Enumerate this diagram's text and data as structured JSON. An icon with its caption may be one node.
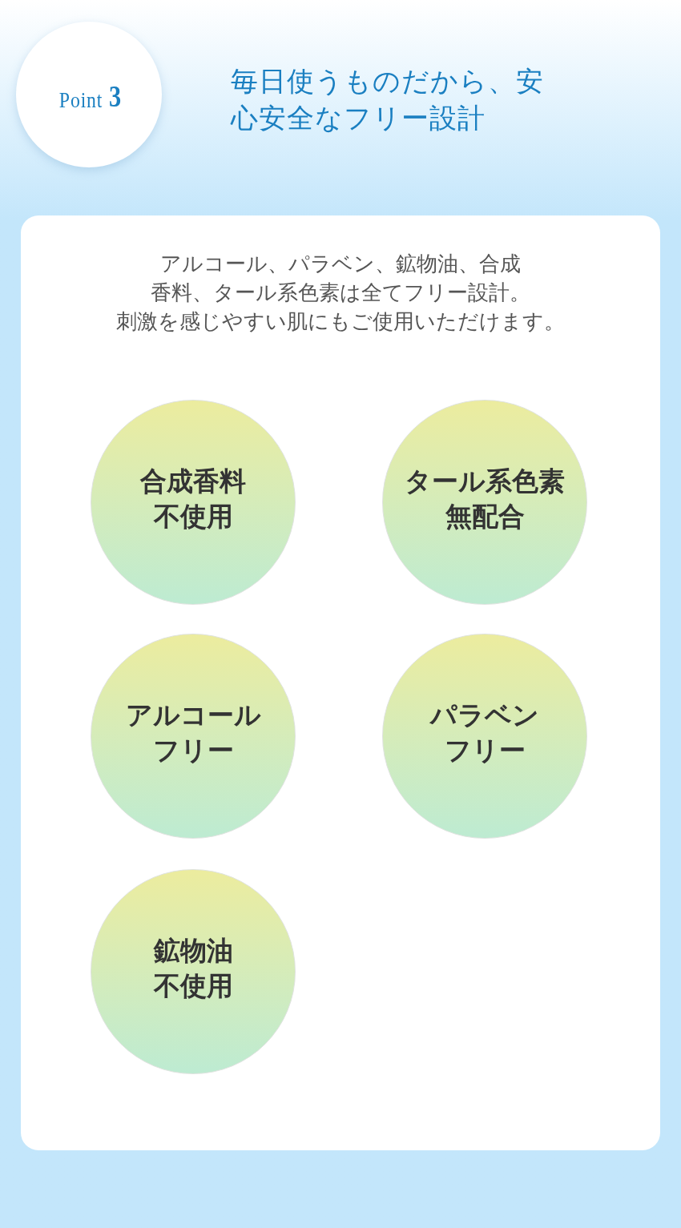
{
  "diagram": {
    "title": "毎日使うものだから、安心安全なフリー設計",
    "nodes": [
      {
        "text": [
          "Point",
          "3"
        ]
      },
      {
        "text": [
          "アルコール、パラベン、鉱物油、合成香料、タール系色素は全てフリー設計。",
          "刺激を感じやすい肌にもご使用いただけます。"
        ]
      },
      {
        "text": [
          "合成香料不使用"
        ],
        "in": 1
      },
      {
        "text": [
          "タール系色素無配合"
        ],
        "in": 1
      },
      {
        "text": [
          "アルコールフリー"
        ],
        "in": 1
      },
      {
        "text": [
          "パラベンフリー"
        ],
        "in": 1
      },
      {
        "text": [
          "鉱物油不使用"
        ],
        "in": 1
      }
    ]
  }
}
